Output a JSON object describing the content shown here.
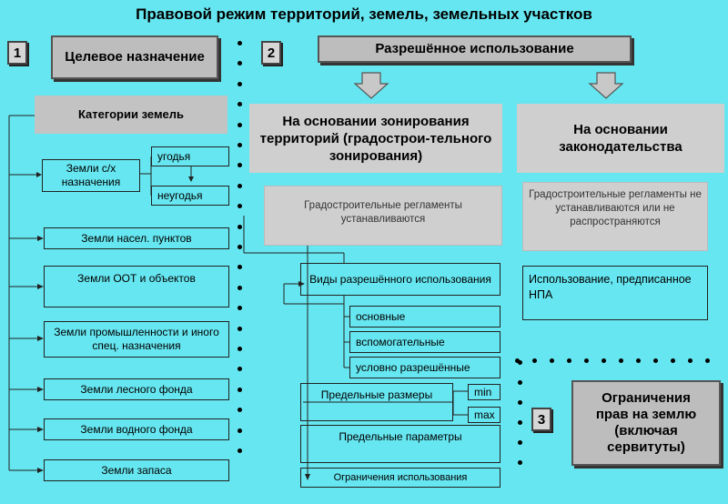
{
  "title": "Правовой режим территорий, земель, земельных участков",
  "section1": {
    "number": "1",
    "label": "Целевое назначение"
  },
  "section2": {
    "number": "2",
    "label": "Разрешённое использование"
  },
  "section3": {
    "number": "3",
    "label": "Ограничения прав на землю (включая сервитуты)"
  },
  "land_categories_title": "Категории земель",
  "categories": [
    "Земли с/х назначения",
    "Земли насел. пунктов",
    "Земли ООТ и объектов",
    "Земли промышленности и иного спец. назначения",
    "Земли лесного фонда",
    "Земли водного фонда",
    "Земли запаса"
  ],
  "agri_sub": [
    "угодья",
    "неугодья"
  ],
  "zoning_basis": "На основании зонирования территорий (градострои-тельного зонирования)",
  "law_basis": "На основании законодательства",
  "regulations_set": "Градостроительные регламенты устанавливаются",
  "regulations_not_set": "Градостроительные регламенты не устанавливаются или не распространяются",
  "use_types_title": "Виды разрешённого использования",
  "use_types": [
    "основные",
    "вспомогательные",
    "условно разрешённые"
  ],
  "limit_sizes": "Предельные размеры",
  "limit_sizes_sub": [
    "min",
    "max"
  ],
  "limit_params": "Предельные параметры",
  "use_restrictions": "Ограничения использования",
  "npa_use": "Использование, предписанное НПА"
}
